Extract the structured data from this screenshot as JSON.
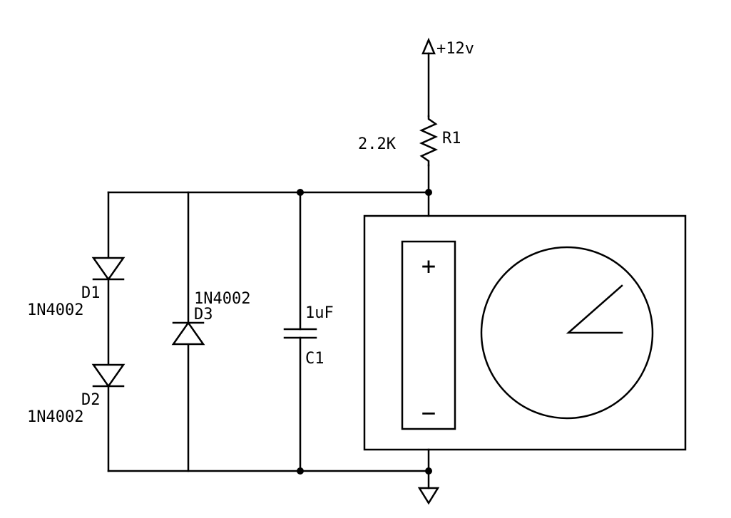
{
  "supply": {
    "label": "+12v"
  },
  "resistor": {
    "ref": "R1",
    "value": "2.2K"
  },
  "capacitor": {
    "ref": "C1",
    "value": "1uF"
  },
  "diodes": [
    {
      "ref": "D1",
      "part": "1N4002"
    },
    {
      "ref": "D2",
      "part": "1N4002"
    },
    {
      "ref": "D3",
      "part": "1N4002"
    }
  ],
  "meter": {
    "plus": "+",
    "minus": "−"
  }
}
